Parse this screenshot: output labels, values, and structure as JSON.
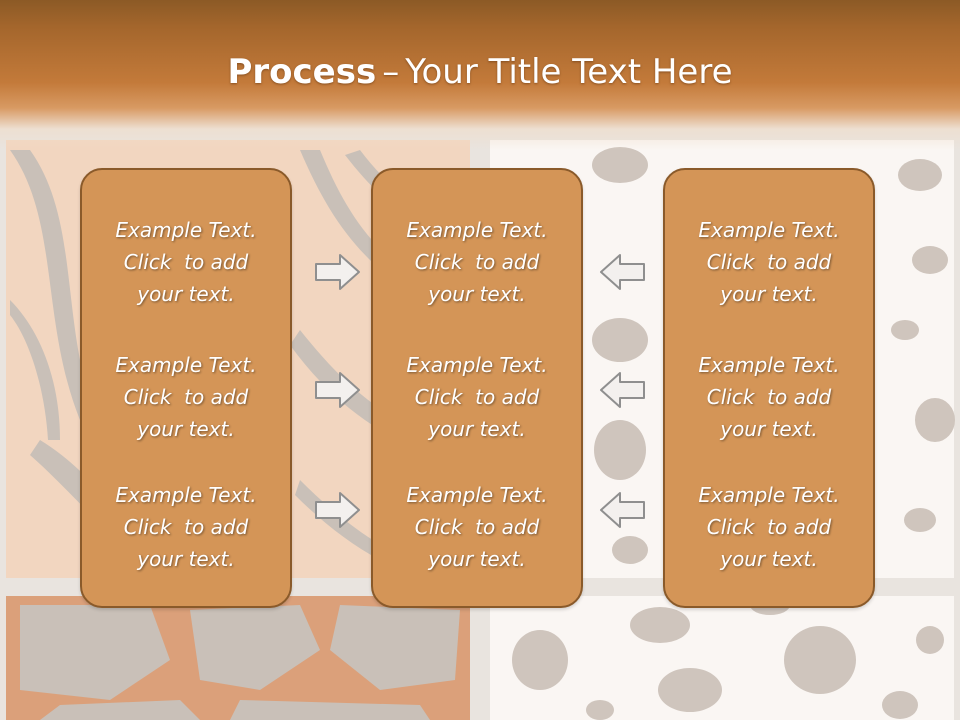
{
  "slide": {
    "title_bold": "Process",
    "title_separator": "–",
    "title_rest": "Your Title Text Here"
  },
  "columns": [
    {
      "items": [
        {
          "line1": "Example Text.",
          "line2": "Click  to add",
          "line3": "your text."
        },
        {
          "line1": "Example Text.",
          "line2": "Click  to add",
          "line3": "your text."
        },
        {
          "line1": "Example Text.",
          "line2": "Click  to add",
          "line3": "your text."
        }
      ]
    },
    {
      "items": [
        {
          "line1": "Example Text.",
          "line2": "Click  to add",
          "line3": "your text."
        },
        {
          "line1": "Example Text.",
          "line2": "Click  to add",
          "line3": "your text."
        },
        {
          "line1": "Example Text.",
          "line2": "Click  to add",
          "line3": "your text."
        }
      ]
    },
    {
      "items": [
        {
          "line1": "Example Text.",
          "line2": "Click  to add",
          "line3": "your text."
        },
        {
          "line1": "Example Text.",
          "line2": "Click  to add",
          "line3": "your text."
        },
        {
          "line1": "Example Text.",
          "line2": "Click  to add",
          "line3": "your text."
        }
      ]
    }
  ],
  "arrows": [
    {
      "icon": "arrow-right-icon"
    },
    {
      "icon": "arrow-right-icon"
    },
    {
      "icon": "arrow-right-icon"
    },
    {
      "icon": "arrow-left-icon"
    },
    {
      "icon": "arrow-left-icon"
    },
    {
      "icon": "arrow-left-icon"
    }
  ],
  "colors": {
    "header": "#a4662c",
    "box_fill": "#d49557",
    "box_border": "#8a5a2a",
    "text": "#ffffff"
  }
}
